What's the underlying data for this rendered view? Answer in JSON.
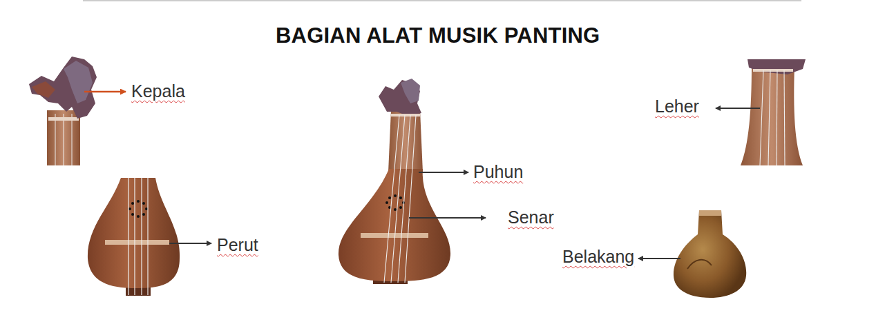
{
  "diagram": {
    "title": "BAGIAN ALAT MUSIK PANTING",
    "labels": [
      "Kepala",
      "Puhun",
      "Senar",
      "Leher",
      "Perut",
      "Belakang"
    ]
  }
}
